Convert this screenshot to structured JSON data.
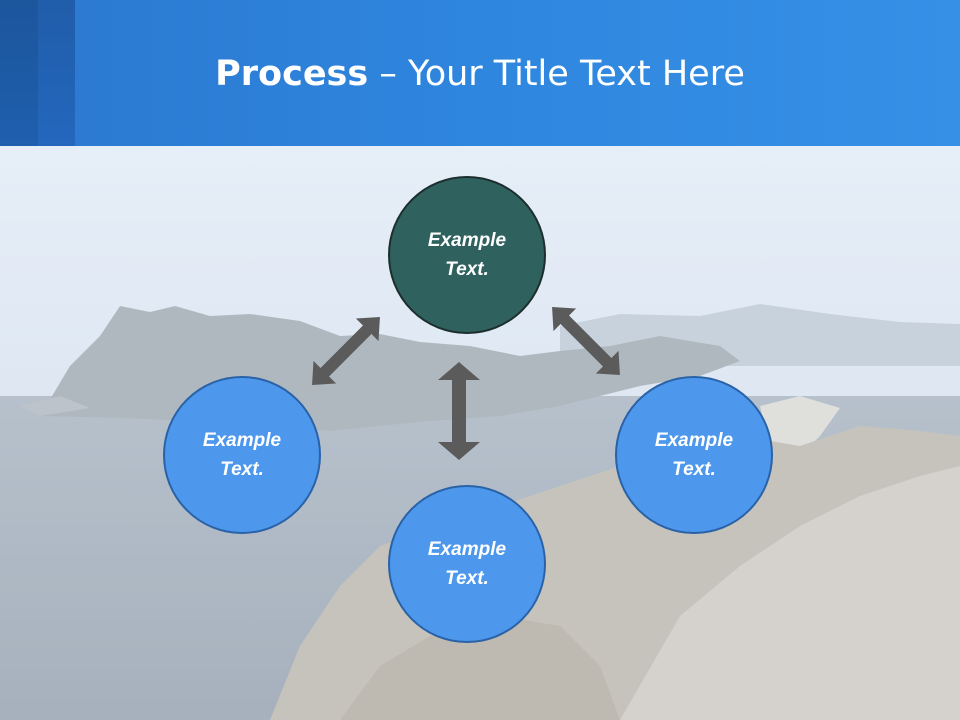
{
  "slide": {
    "title_bold": "Process",
    "title_rest": " – Your Title Text Here"
  },
  "nodes": {
    "top": {
      "line1": "Example",
      "line2": "Text."
    },
    "left": {
      "line1": "Example",
      "line2": "Text."
    },
    "right": {
      "line1": "Example",
      "line2": "Text."
    },
    "bottom": {
      "line1": "Example",
      "line2": "Text."
    }
  },
  "colors": {
    "header": "#2f86de",
    "top_node": "#2f615e",
    "blue_node": "#4d98ec",
    "arrow": "#5b5b5b"
  }
}
